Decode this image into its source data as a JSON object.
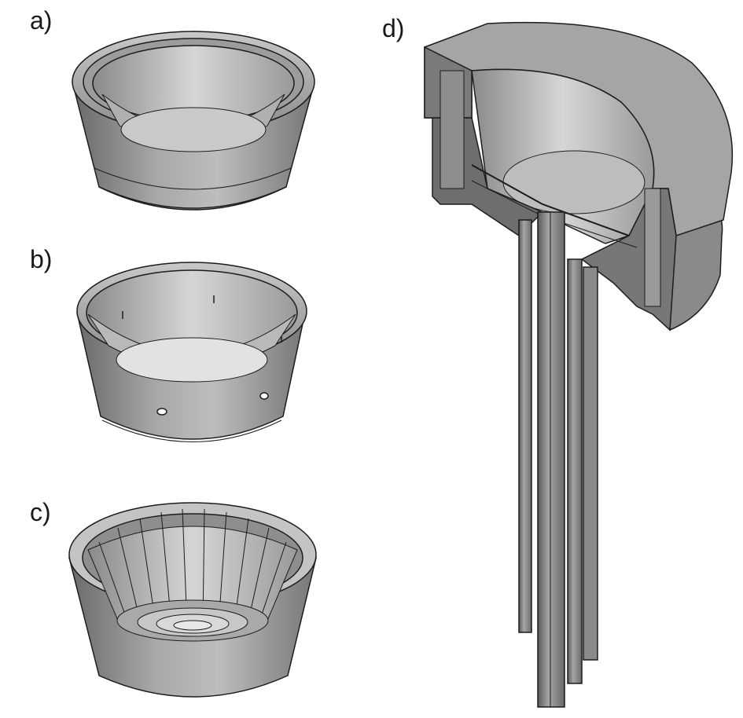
{
  "labels": {
    "a": "a)",
    "b": "b)",
    "c": "c)",
    "d": "d)"
  },
  "colors": {
    "outline": "#1c1c1c",
    "light": "#d4d4d4",
    "mid": "#9a9a9a",
    "dark": "#6e6e6e",
    "darker": "#4f4f4f"
  }
}
